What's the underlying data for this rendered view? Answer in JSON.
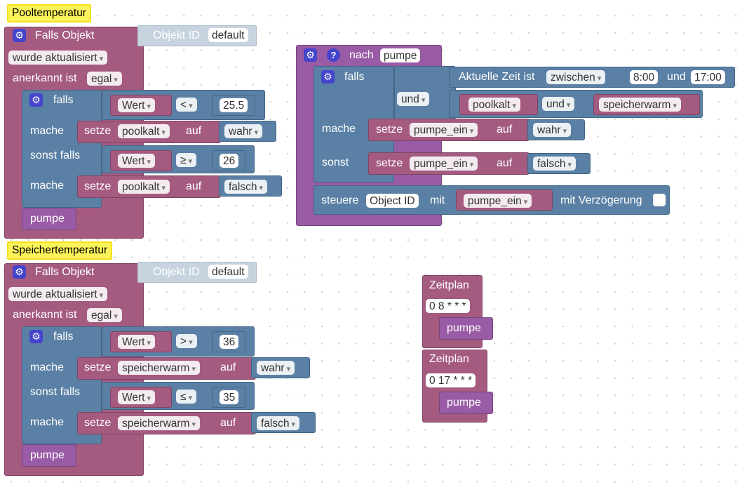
{
  "labels": {
    "falls_objekt": "Falls Objekt",
    "objekt_id": "Objekt ID",
    "default": "default",
    "wurde_aktualisiert": "wurde aktualisiert",
    "anerkannt_ist": "anerkannt ist",
    "egal": "egal",
    "falls": "falls",
    "sonst_falls": "sonst falls",
    "mache": "mache",
    "sonst": "sonst",
    "setze": "setze",
    "auf": "auf",
    "wert": "Wert",
    "und": "und",
    "nach": "nach",
    "steuere": "steuere",
    "object_id": "Object ID",
    "mit": "mit",
    "mit_verzoegerung": "mit Verzögerung",
    "aktuelle_zeit_ist": "Aktuelle Zeit ist",
    "zwischen": "zwischen",
    "zeitplan": "Zeitplan",
    "wahr": "wahr",
    "falsch": "falsch",
    "pumpe": "pumpe",
    "gear": "⚙",
    "help": "?"
  },
  "pool": {
    "comment": "Pooltemperatur",
    "op1": "<",
    "val1": "25.5",
    "var": "poolkalt",
    "op2": "≥",
    "val2": "26"
  },
  "speicher": {
    "comment": "Speichertemperatur",
    "op1": ">",
    "val1": "36",
    "var": "speicherwarm",
    "op2": "≤",
    "val2": "35"
  },
  "nach": {
    "from": "8:00",
    "to": "17:00",
    "var1": "poolkalt",
    "var2": "speicherwarm",
    "var_set": "pumpe_ein",
    "var_get": "pumpe_ein"
  },
  "schedules": [
    {
      "cron": "0 8 * * *"
    },
    {
      "cron": "0 17 * * *"
    }
  ]
}
